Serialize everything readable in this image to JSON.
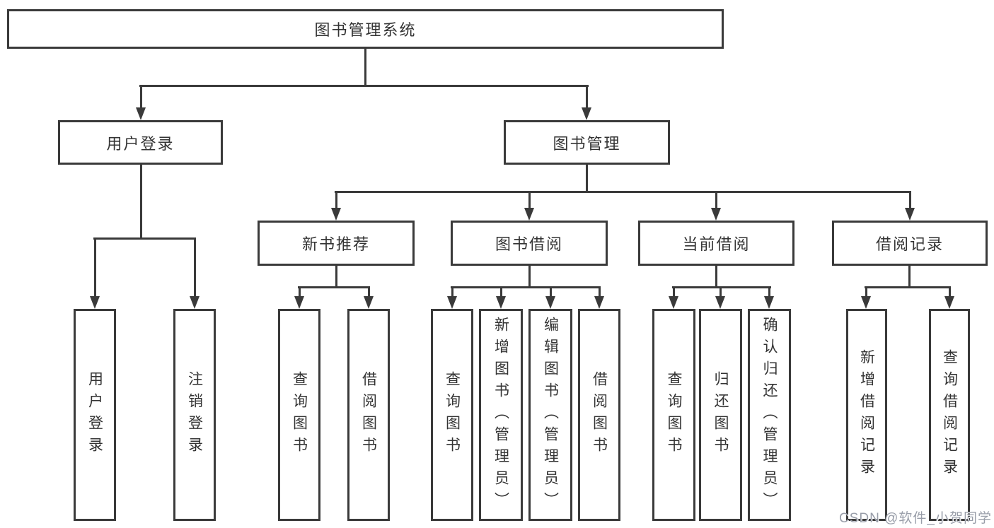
{
  "diagram": {
    "title_node": {
      "label": "图书管理系统"
    },
    "level2": [
      {
        "label": "用户登录"
      },
      {
        "label": "图书管理"
      }
    ],
    "level3": [
      {
        "label": "新书推荐",
        "parent": "图书管理"
      },
      {
        "label": "图书借阅",
        "parent": "图书管理"
      },
      {
        "label": "当前借阅",
        "parent": "图书管理"
      },
      {
        "label": "借阅记录",
        "parent": "图书管理"
      }
    ],
    "leaves": [
      {
        "label": "用户登录",
        "parent": "用户登录"
      },
      {
        "label": "注销登录",
        "parent": "用户登录"
      },
      {
        "label": "查询图书",
        "parent": "新书推荐"
      },
      {
        "label": "借阅图书",
        "parent": "新书推荐"
      },
      {
        "label": "查询图书",
        "parent": "图书借阅"
      },
      {
        "label": "新增图书（管理员）",
        "parent": "图书借阅"
      },
      {
        "label": "编辑图书（管理员）",
        "parent": "图书借阅"
      },
      {
        "label": "借阅图书",
        "parent": "图书借阅"
      },
      {
        "label": "查询图书",
        "parent": "当前借阅"
      },
      {
        "label": "归还图书",
        "parent": "当前借阅"
      },
      {
        "label": "确认归还（管理员）",
        "parent": "当前借阅"
      },
      {
        "label": "新增借阅记录",
        "parent": "借阅记录"
      },
      {
        "label": "查询借阅记录",
        "parent": "借阅记录"
      }
    ],
    "colors": {
      "line": "#3a3a3a",
      "text": "#333333",
      "background": "#ffffff",
      "watermark": "#999ea9"
    }
  },
  "watermark": {
    "text": "CSDN @软件_小贺同学"
  }
}
